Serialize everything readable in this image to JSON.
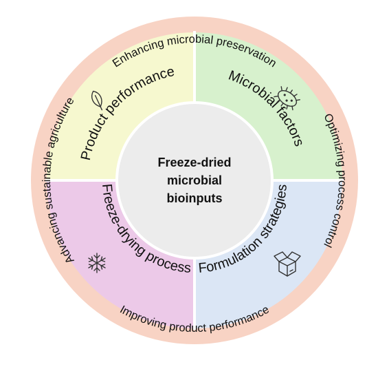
{
  "colors": {
    "outer_ring": "#f8d3c4",
    "quadrant_top_left": "#f6f8cf",
    "quadrant_top_right": "#d7f1cd",
    "quadrant_bottom_left": "#ecc9e8",
    "quadrant_bottom_right": "#dbe6f5",
    "center_circle": "#ececec",
    "divider": "#ffffff"
  },
  "center": {
    "line1": "Freeze-dried",
    "line2": "microbial",
    "line3": "bioinputs"
  },
  "quadrants": {
    "top_left": {
      "label": "Product performance",
      "icon": "leaf-icon"
    },
    "top_right": {
      "label": "Microbial factors",
      "icon": "microbe-icon"
    },
    "bottom_left": {
      "label": "Freeze-drying process",
      "icon": "snowflake-icon"
    },
    "bottom_right": {
      "label": "Formulation strategies",
      "icon": "package-box-icon"
    }
  },
  "outer_labels": {
    "top": "Enhancing microbial preservation",
    "right": "Optimizing process control",
    "bottom": "Improving product performance",
    "left": "Advancing sustainable agriculture"
  }
}
